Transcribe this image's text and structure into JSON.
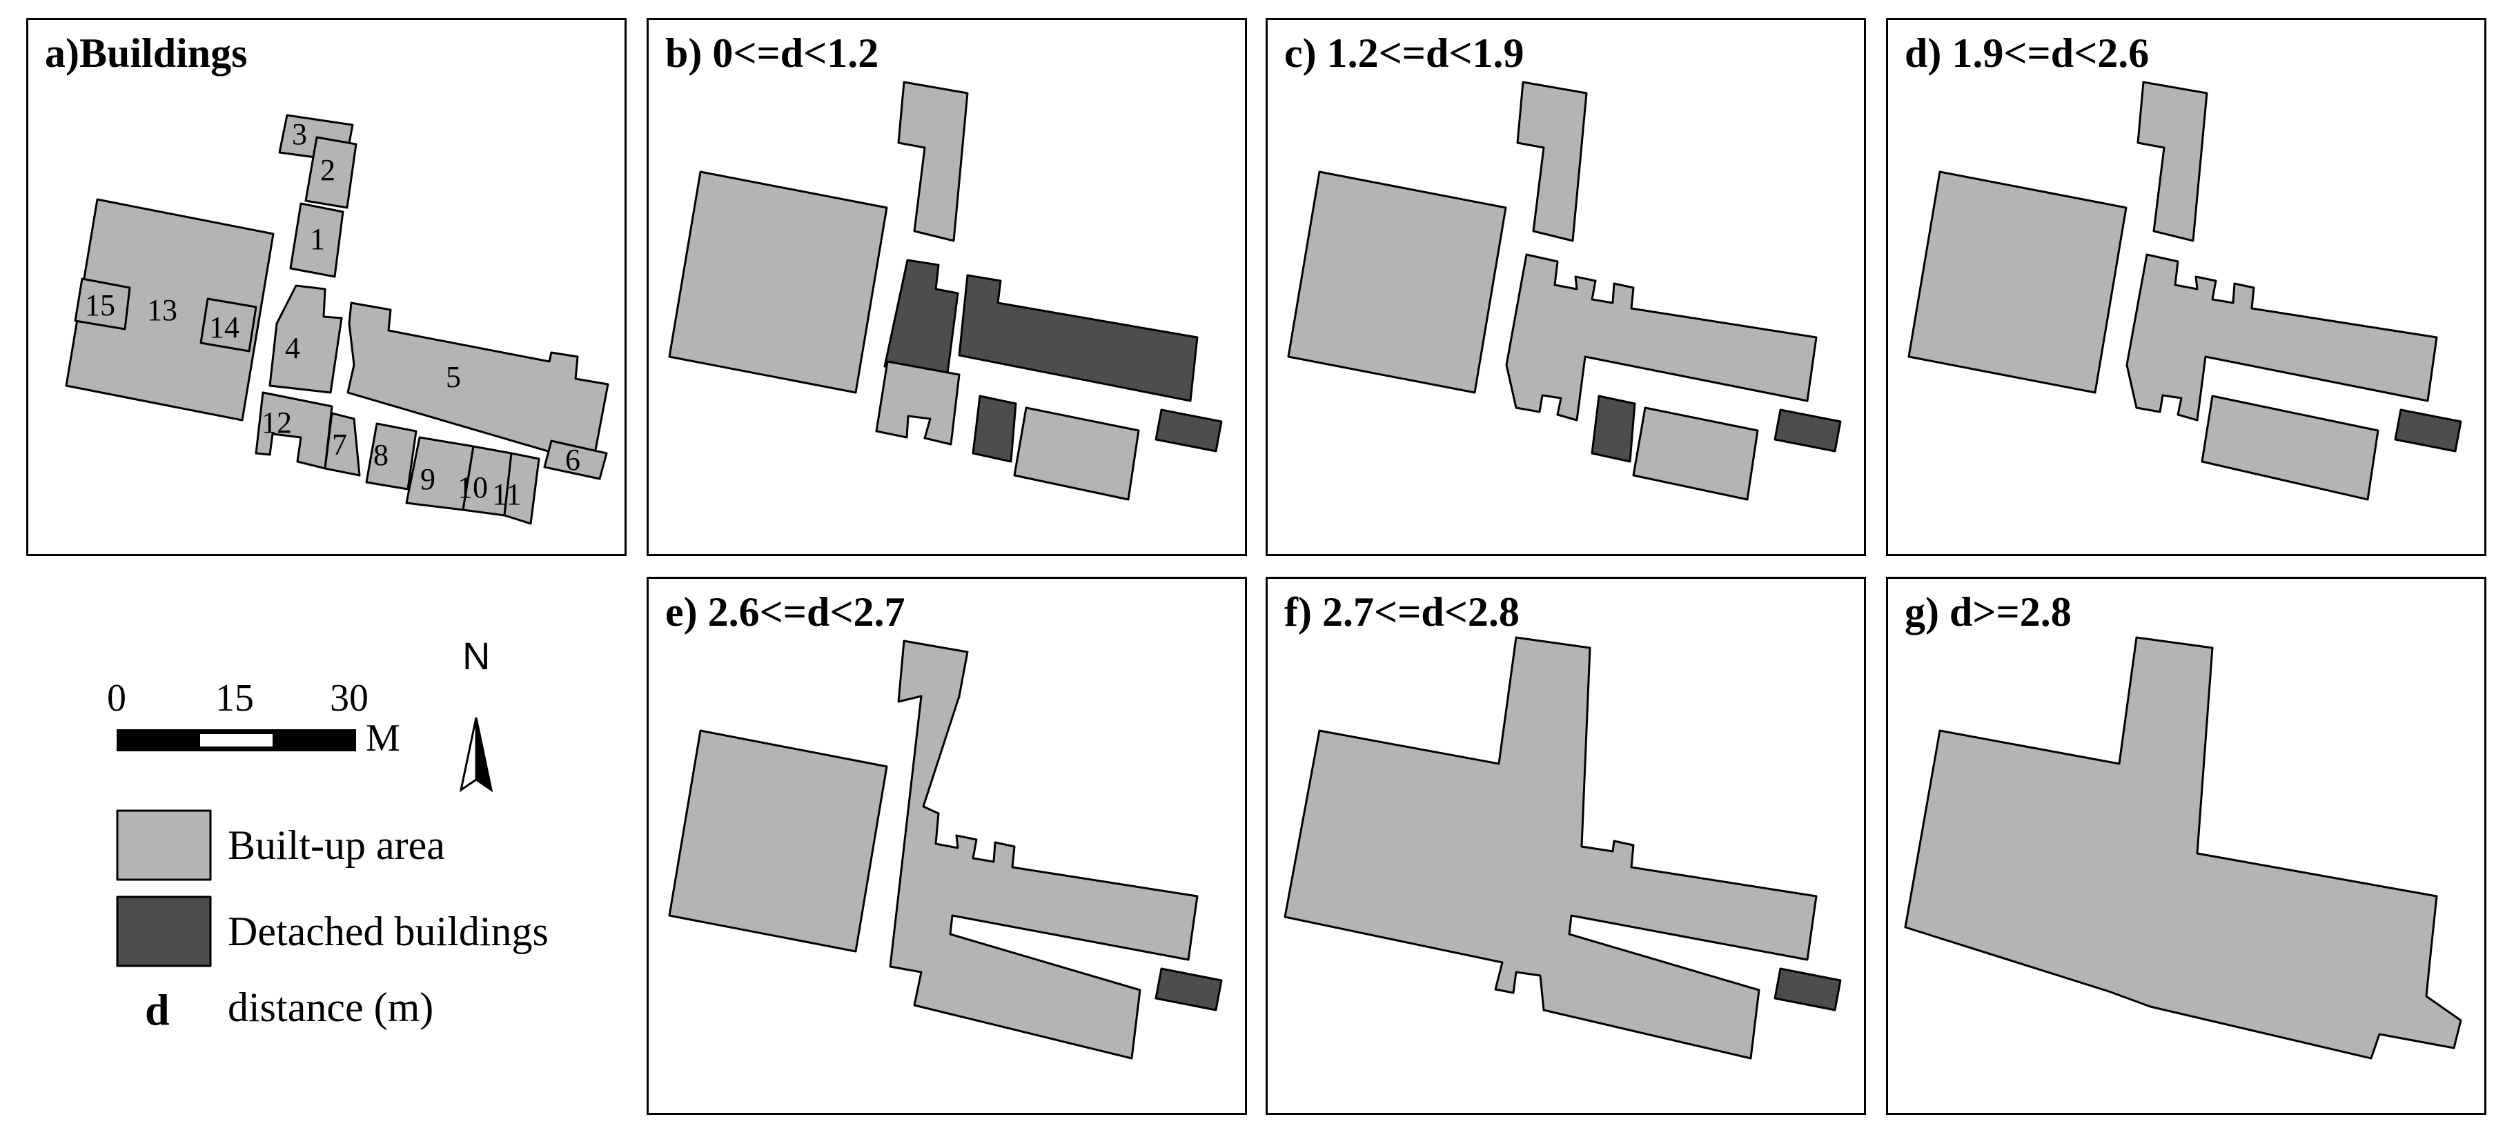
{
  "panels": {
    "a": {
      "title": "a)Buildings"
    },
    "b": {
      "title": "b) 0<=d<1.2"
    },
    "c": {
      "title": "c) 1.2<=d<1.9"
    },
    "d": {
      "title": "d) 1.9<=d<2.6"
    },
    "e": {
      "title": "e) 2.6<=d<2.7"
    },
    "f": {
      "title": "f) 2.7<=d<2.8"
    },
    "g": {
      "title": "g) d>=2.8"
    }
  },
  "building_numbers": [
    "1",
    "2",
    "3",
    "4",
    "5",
    "6",
    "7",
    "8",
    "9",
    "10",
    "11",
    "12",
    "13",
    "14",
    "15"
  ],
  "legend": {
    "scale_ticks": [
      "0",
      "15",
      "30"
    ],
    "scale_unit": "M",
    "north": "N",
    "built_up": "Built-up area",
    "detached": "Detached buildings",
    "d_symbol": "d",
    "d_desc": "distance (m)"
  },
  "colors": {
    "built_up": "#b4b4b4",
    "detached": "#4d4d4d",
    "outline": "#000000"
  }
}
